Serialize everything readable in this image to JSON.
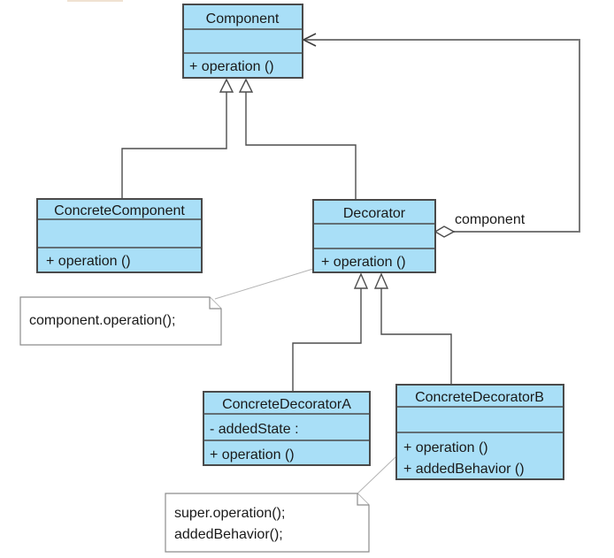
{
  "colors": {
    "class_fill": "#A9DFF7",
    "class_border": "#4A4A4A",
    "connector_gray": "#787878",
    "note_fill": "#FFFFFF",
    "note_border": "#8C8C8C",
    "text": "#1A1A1A",
    "background": "#FFFFFF",
    "artifact_strip": "#F0E2D2"
  },
  "classes": [
    {
      "name": "Component",
      "attributes": [],
      "operations": [
        "+ operation ()"
      ]
    },
    {
      "name": "ConcreteComponent",
      "attributes": [],
      "operations": [
        "+ operation ()"
      ]
    },
    {
      "name": "Decorator",
      "attributes": [],
      "operations": [
        "+ operation ()"
      ]
    },
    {
      "name": "ConcreteDecoratorA",
      "attributes": [
        "- addedState :"
      ],
      "operations": [
        "+ operation ()"
      ]
    },
    {
      "name": "ConcreteDecoratorB",
      "attributes": [],
      "operations": [
        "+ operation ()",
        "+ addedBehavior ()"
      ]
    }
  ],
  "notes": [
    {
      "lines": [
        "component.operation();"
      ],
      "attached_to": "Decorator"
    },
    {
      "lines": [
        "super.operation();",
        "addedBehavior();"
      ],
      "attached_to": "ConcreteDecoratorB"
    }
  ],
  "relationships": [
    {
      "type": "generalization",
      "from": "ConcreteComponent",
      "to": "Component"
    },
    {
      "type": "generalization",
      "from": "Decorator",
      "to": "Component"
    },
    {
      "type": "generalization",
      "from": "ConcreteDecoratorA",
      "to": "Decorator"
    },
    {
      "type": "generalization",
      "from": "ConcreteDecoratorB",
      "to": "Decorator"
    },
    {
      "type": "aggregation",
      "from": "Decorator",
      "to": "Component",
      "label": "component"
    }
  ]
}
